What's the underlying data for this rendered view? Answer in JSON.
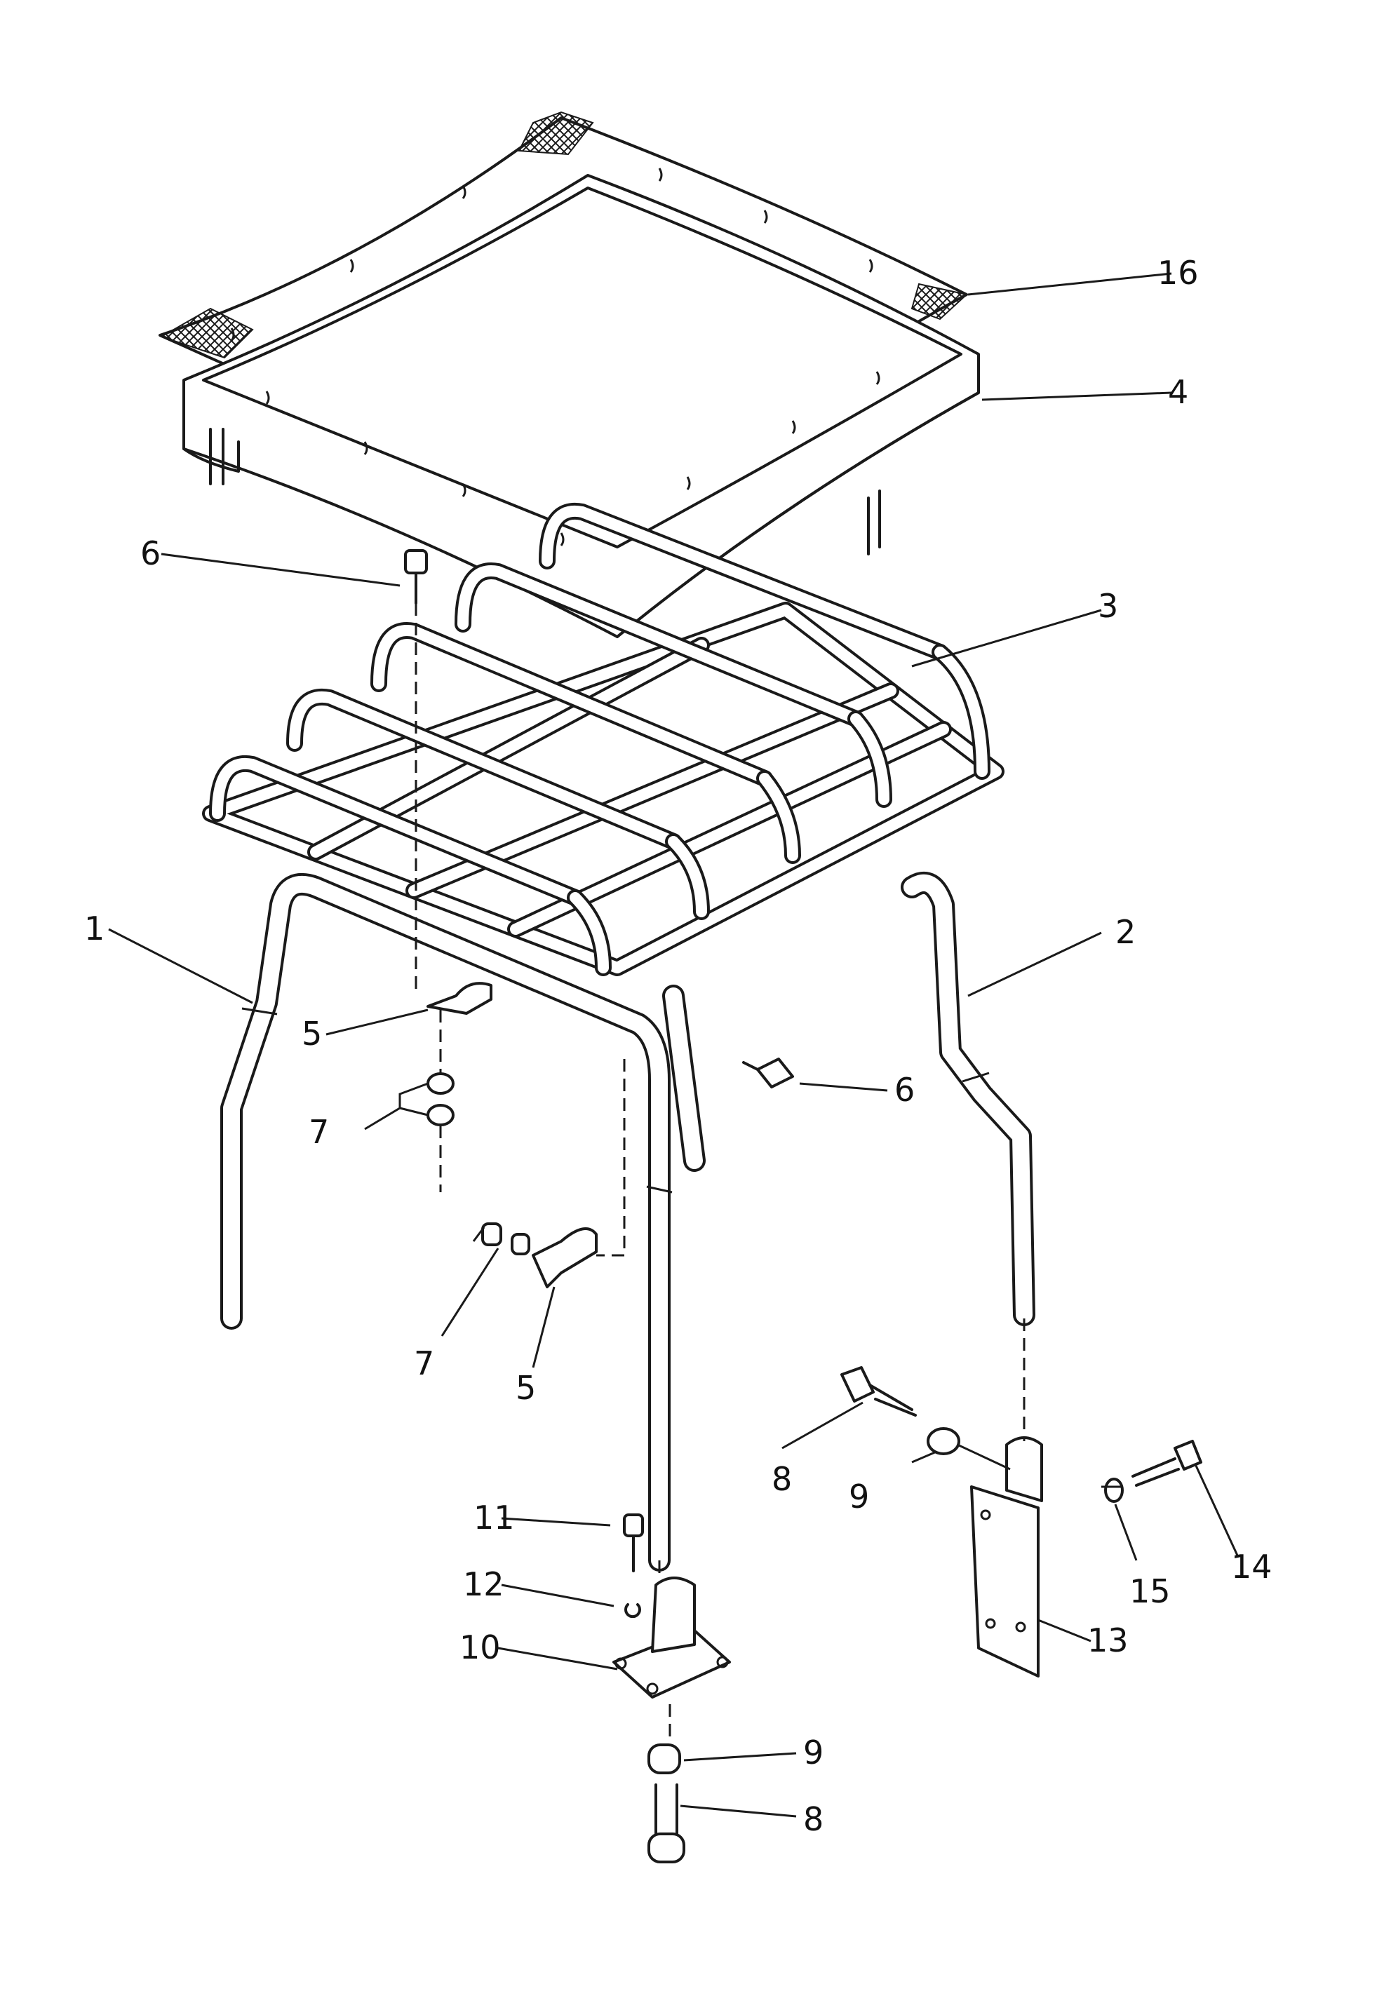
{
  "callouts": [
    {
      "id": "1",
      "text": "1"
    },
    {
      "id": "2",
      "text": "2"
    },
    {
      "id": "3",
      "text": "3"
    },
    {
      "id": "4",
      "text": "4"
    },
    {
      "id": "5a",
      "text": "5"
    },
    {
      "id": "5b",
      "text": "5"
    },
    {
      "id": "6a",
      "text": "6"
    },
    {
      "id": "6b",
      "text": "6"
    },
    {
      "id": "7a",
      "text": "7"
    },
    {
      "id": "7b",
      "text": "7"
    },
    {
      "id": "8a",
      "text": "8"
    },
    {
      "id": "8b",
      "text": "8"
    },
    {
      "id": "9a",
      "text": "9"
    },
    {
      "id": "9b",
      "text": "9"
    },
    {
      "id": "10",
      "text": "10"
    },
    {
      "id": "11",
      "text": "11"
    },
    {
      "id": "12",
      "text": "12"
    },
    {
      "id": "13",
      "text": "13"
    },
    {
      "id": "14",
      "text": "14"
    },
    {
      "id": "15",
      "text": "15"
    },
    {
      "id": "16",
      "text": "16"
    }
  ]
}
